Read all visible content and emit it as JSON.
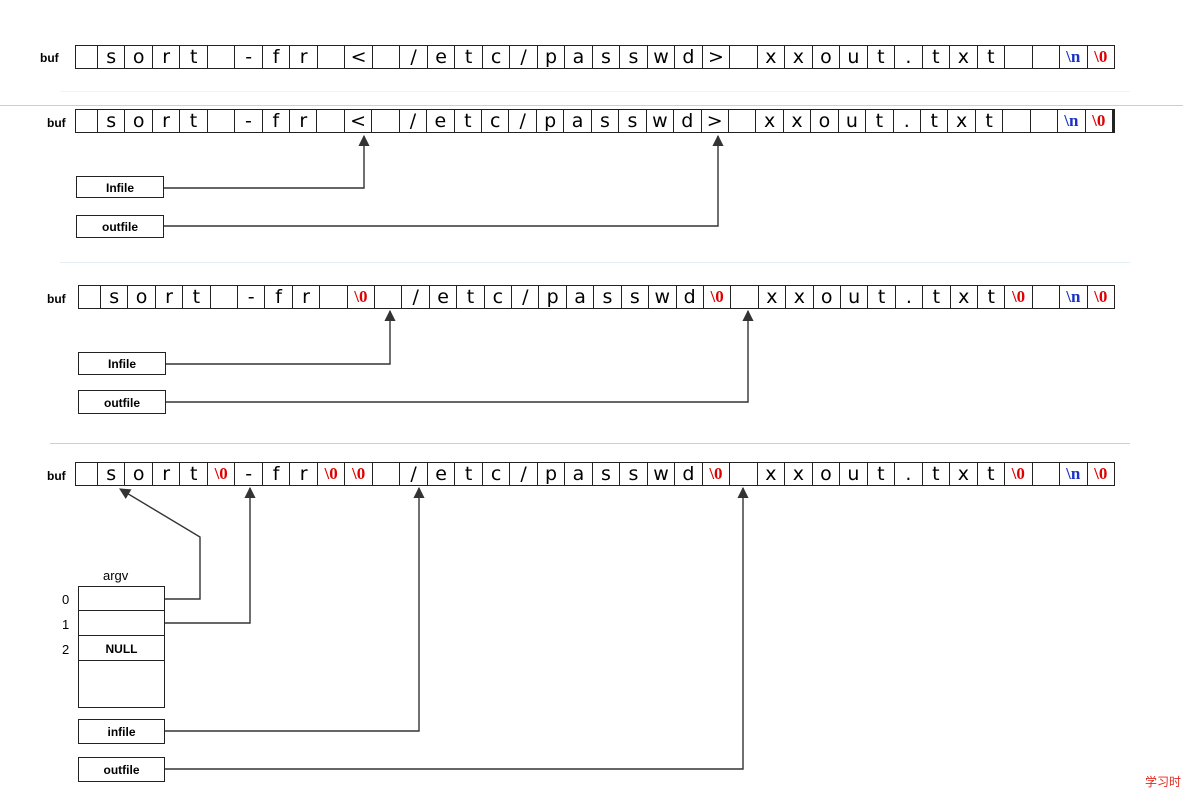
{
  "buf_label": "buf",
  "rows": [
    {
      "cells": [
        "",
        "s",
        "o",
        "r",
        "t",
        "",
        "-",
        "f",
        "r",
        "",
        "<",
        "",
        "/",
        "e",
        "t",
        "c",
        "/",
        "p",
        "a",
        "s",
        "s",
        "w",
        "d",
        ">",
        "",
        "x",
        "x",
        "o",
        "u",
        "t",
        ".",
        "t",
        "x",
        "t",
        "",
        "",
        "\\n",
        "\\0"
      ],
      "special": {
        "36": "blue",
        "37": "red"
      }
    },
    {
      "cells": [
        "",
        "s",
        "o",
        "r",
        "t",
        "",
        "-",
        "f",
        "r",
        "",
        "<",
        "",
        "/",
        "e",
        "t",
        "c",
        "/",
        "p",
        "a",
        "s",
        "s",
        "w",
        "d",
        ">",
        "",
        "x",
        "x",
        "o",
        "u",
        "t",
        ".",
        "t",
        "x",
        "t",
        "",
        "",
        "\\n",
        "\\0"
      ],
      "special": {
        "36": "blue",
        "37": "red"
      }
    },
    {
      "cells": [
        "",
        "s",
        "o",
        "r",
        "t",
        "",
        "-",
        "f",
        "r",
        "",
        "\\0",
        "",
        "/",
        "e",
        "t",
        "c",
        "/",
        "p",
        "a",
        "s",
        "s",
        "w",
        "d",
        "\\0",
        "",
        "x",
        "x",
        "o",
        "u",
        "t",
        ".",
        "t",
        "x",
        "t",
        "\\0",
        "",
        "\\n",
        "\\0"
      ],
      "special": {
        "10": "red",
        "23": "red",
        "34": "red",
        "36": "blue",
        "37": "red"
      }
    },
    {
      "cells": [
        "",
        "s",
        "o",
        "r",
        "t",
        "\\0",
        "-",
        "f",
        "r",
        "\\0",
        "\\0",
        "",
        "/",
        "e",
        "t",
        "c",
        "/",
        "p",
        "a",
        "s",
        "s",
        "w",
        "d",
        "\\0",
        "",
        "x",
        "x",
        "o",
        "u",
        "t",
        ".",
        "t",
        "x",
        "t",
        "\\0",
        "",
        "\\n",
        "\\0"
      ],
      "special": {
        "5": "red",
        "9": "red",
        "10": "red",
        "23": "red",
        "34": "red",
        "36": "blue",
        "37": "red"
      }
    }
  ],
  "pointers": {
    "row2": {
      "infile": "Infile",
      "outfile": "outfile"
    },
    "row3": {
      "infile": "Infile",
      "outfile": "outfile"
    },
    "row4": {
      "infile": "infile",
      "outfile": "outfile"
    }
  },
  "argv": {
    "title": "argv",
    "indices": [
      "0",
      "1",
      "2"
    ],
    "slots": [
      "",
      "",
      "NULL",
      ""
    ]
  },
  "watermark": "学习时",
  "colors": {
    "null_char": "#e00000",
    "newline_char": "#1a32c8",
    "separator": "#9fd8e0"
  }
}
